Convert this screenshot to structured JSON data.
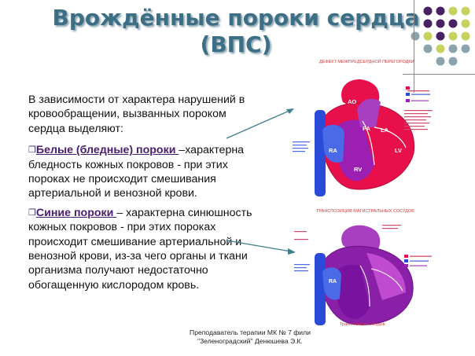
{
  "slide": {
    "title_line1": "Врождённые пороки сердца",
    "title_line2": "(ВПС)",
    "intro": "В зависимости от характера нарушений в кровообращении, вызванных пороком сердца выделяют:",
    "white": {
      "term": "Белые (бледные) пороки ",
      "text": "–характерна бледность кожных покровов - при этих пороках не происходит смешивания артериальной и венозной крови."
    },
    "blue": {
      "term": "Синие пороки ",
      "text": "– характерна синюшность кожных покровов - при этих пороках происходит смешивание артериальной и венозной крови, из-за чего органы и ткани организма получают недостаточно обогащенную кислородом кровь."
    },
    "footer_line1": "Преподаватель терапии МК № 7 фили",
    "footer_line2": "\"Зеленоградский\"  Денюшева Э.К.",
    "fig1_caption": "ДЕФЕКТ МЕЖПРЕДСЕРДНОЙ ПЕРЕГОРОДКИ",
    "fig2_caption": "ТРАНСПОЗИЦИЯ МАГИСТРАЛЬНЫХ СОСУДОВ",
    "fig2_bottom": "Транспозиция сосудов",
    "labels": {
      "ao": "AO",
      "pa": "PA",
      "la": "LA",
      "ra": "RA",
      "lv": "LV",
      "rv": "RV"
    }
  },
  "colors": {
    "title": "#3c6e86",
    "oxygenated": "#e8104a",
    "deoxygenated": "#2a4bd7",
    "mixed": "#8a1fa8",
    "term": "#4b1d6e"
  },
  "decor": {
    "dot_colors": [
      "#4a2163",
      "#c7d15e",
      "#8aa3ad"
    ]
  }
}
